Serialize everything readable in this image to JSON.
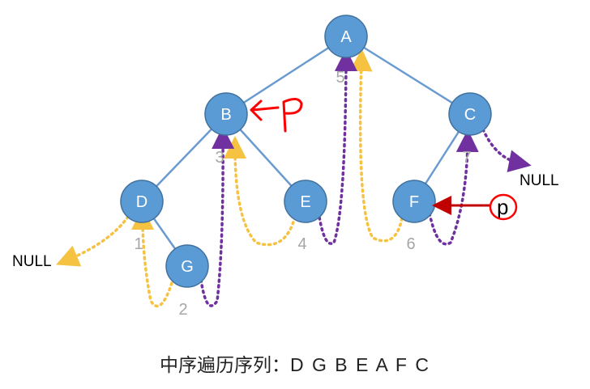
{
  "colors": {
    "node_fill": "#5b9bd5",
    "node_stroke": "#41719c",
    "edge": "#6a9bd0",
    "yellow_path": "#f5c242",
    "purple_path": "#7030a0",
    "pointer_red": "#c00000",
    "handwriting_red": "#ff0000"
  },
  "nodes": {
    "A": "A",
    "B": "B",
    "C": "C",
    "D": "D",
    "E": "E",
    "F": "F",
    "G": "G"
  },
  "order_numbers": {
    "n1": "1",
    "n2": "2",
    "n3": "3",
    "n4": "4",
    "n5": "5",
    "n6": "6",
    "n7": "7"
  },
  "null_labels": {
    "left": "NULL",
    "right": "NULL"
  },
  "pointer_label": "p",
  "caption": {
    "prefix": "中序遍历序列：",
    "sequence": "D G B E A F C"
  }
}
